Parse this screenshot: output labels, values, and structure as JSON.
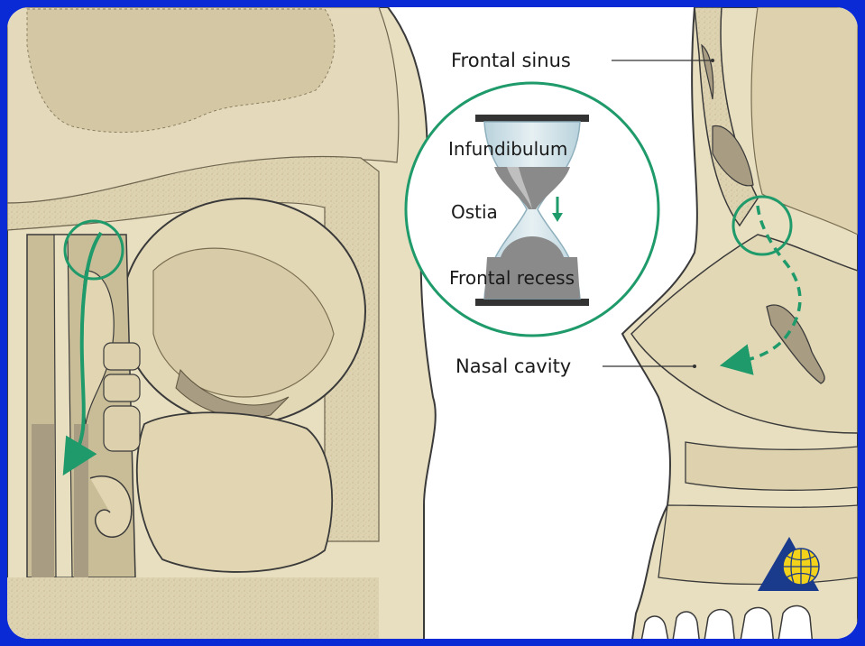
{
  "labels": {
    "frontal_sinus": "Frontal sinus",
    "infundibulum": "Infundibulum",
    "ostia": "Ostia",
    "frontal_recess": "Frontal recess",
    "nasal_cavity": "Nasal cavity"
  },
  "colors": {
    "frame": "#0a2ad6",
    "bone": "#e6dcbc",
    "bone_dark": "#cdbf98",
    "cortex": "#d9cfae",
    "sinus_fill": "#a89c82",
    "arrow_green": "#1f9a6a",
    "outline": "#3a3a3a",
    "logo_blue": "#1a3a8c",
    "logo_yellow": "#f2d21a"
  },
  "icons": {
    "hourglass": "hourglass-icon",
    "flow_arrow": "down-arrow-icon",
    "logo": "globe-triangle-logo-icon"
  }
}
